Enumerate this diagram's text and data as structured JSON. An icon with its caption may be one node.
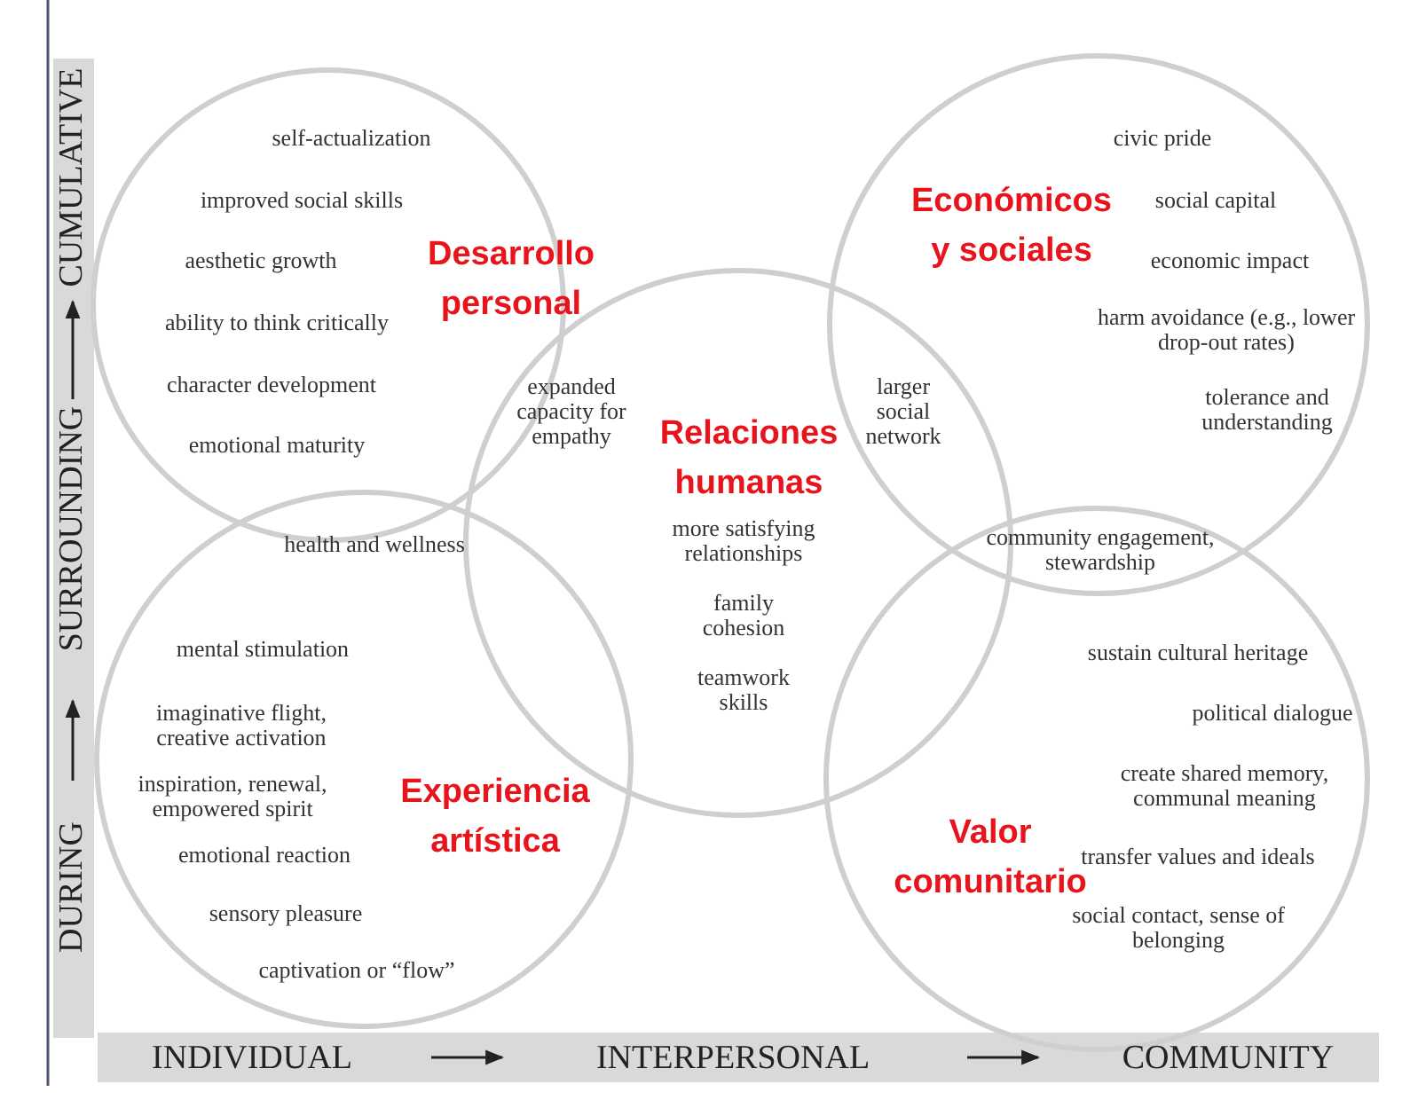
{
  "diagram": {
    "nodes": [
      {
        "text": [
          "Desarrollo personal",
          "self-actualization",
          "improved social skills",
          "aesthetic growth",
          "ability to think critically",
          "character development",
          "emotional maturity"
        ]
      },
      {
        "text": [
          "Económicos y sociales",
          "civic pride",
          "social capital",
          "economic impact",
          "harm avoidance (e.g., lower drop-out rates)",
          "tolerance and understanding"
        ]
      },
      {
        "text": [
          "Relaciones humanas",
          "more satisfying relationships",
          "family cohesion",
          "teamwork skills"
        ]
      },
      {
        "text": [
          "Experiencia artística",
          "mental stimulation",
          "imaginative flight, creative activation",
          "inspiration, renewal, empowered spirit",
          "emotional reaction",
          "sensory pleasure",
          "captivation or “flow”"
        ]
      },
      {
        "text": [
          "Valor comunitario",
          "sustain cultural heritage",
          "political dialogue",
          "create shared memory, communal meaning",
          "transfer values and ideals",
          "social contact, sense of belonging"
        ]
      }
    ],
    "labels": [
      "expanded capacity for empathy",
      "health and wellness",
      "larger social network",
      "community engagement, stewardship",
      "CUMULATIVE",
      "SURROUNDING",
      "DURING",
      "INDIVIDUAL",
      "INTERPERSONAL",
      "COMMUNITY"
    ]
  }
}
